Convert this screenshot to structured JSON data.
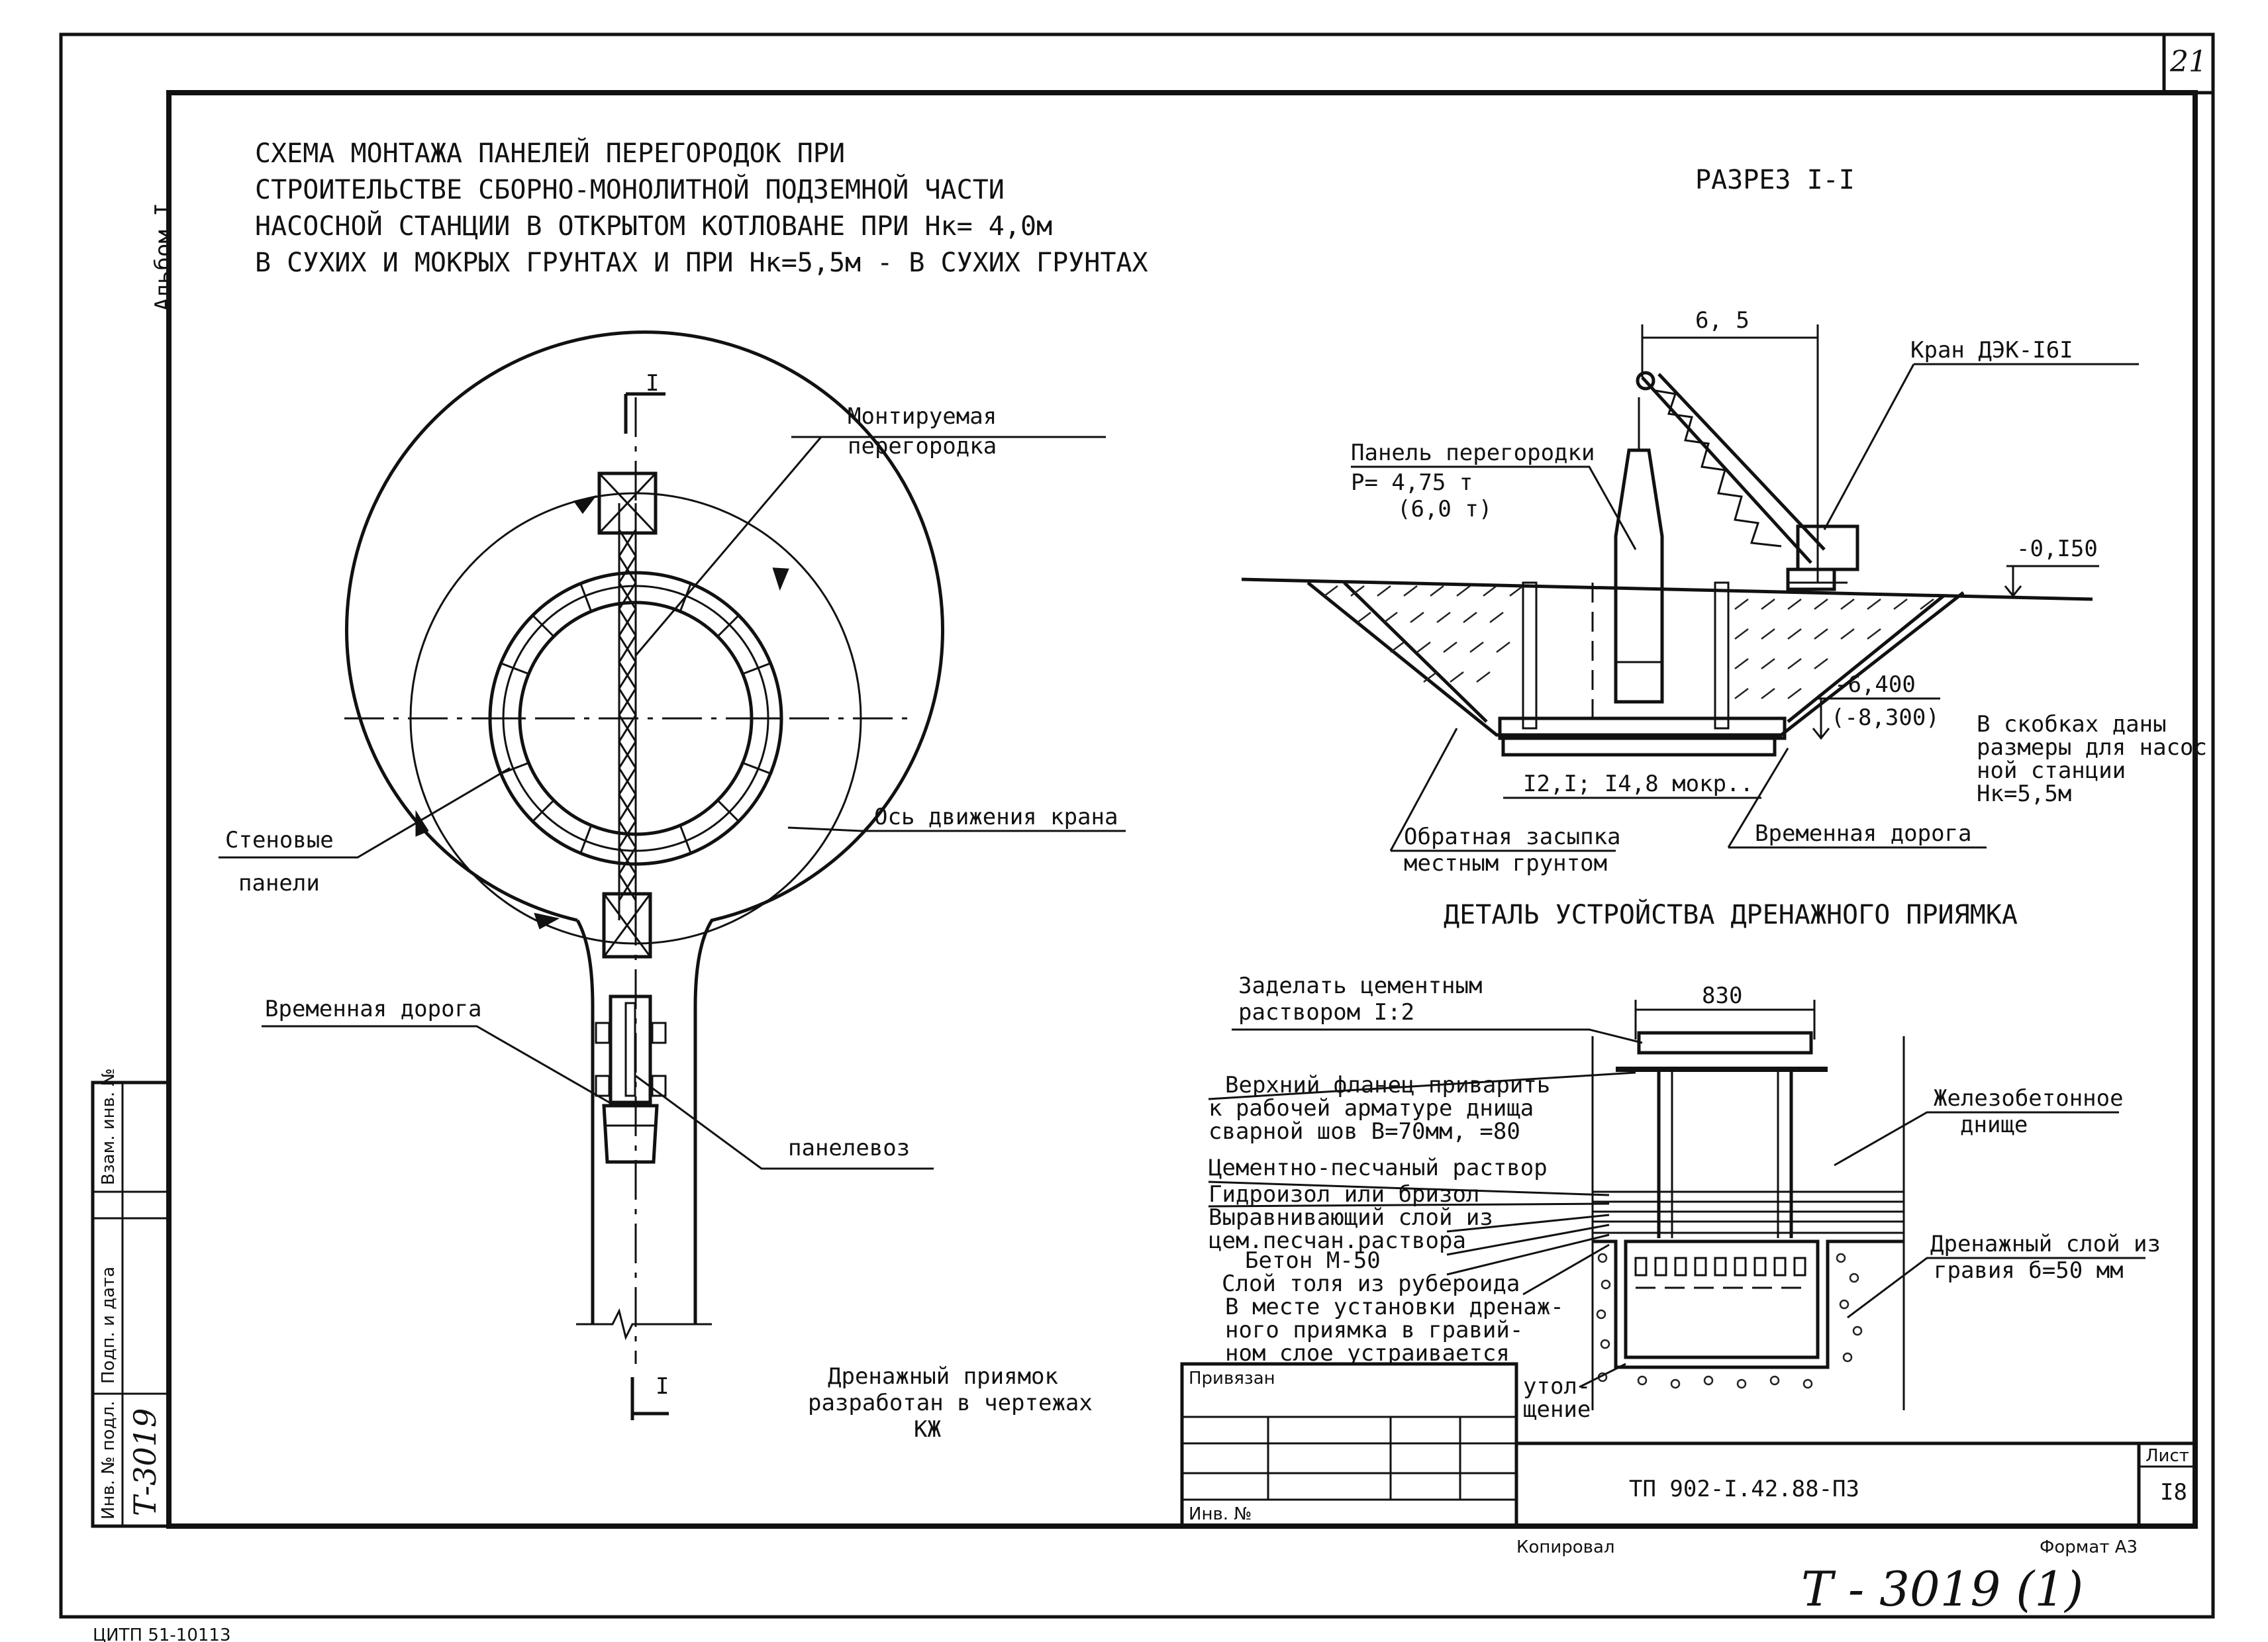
{
  "sheet_number_corner": "21",
  "album": "Альбом I",
  "title_lines": [
    "СХЕМА МОНТАЖА ПАНЕЛЕЙ ПЕРЕГОРОДОК ПРИ",
    "СТРОИТЕЛЬСТВЕ СБОРНО-МОНОЛИТНОЙ ПОДЗЕМНОЙ ЧАСТИ",
    "НАСОСНОЙ СТАНЦИИ В ОТКРЫТОМ КОТЛОВАНЕ ПРИ Нк= 4,0м",
    "В СУХИХ И МОКРЫХ ГРУНТАХ И ПРИ Нк=5,5м - В СУХИХ ГРУНТАХ"
  ],
  "plan": {
    "section_mark": "I",
    "partition_label": [
      "Монтируемая",
      "перегородка"
    ],
    "wall_panels_label": [
      "Стеновые",
      "панели"
    ],
    "crane_axis_label": "Ось движения крана",
    "temp_road_label": "Временная дорога",
    "panel_truck_label": "панелевоз",
    "pit_note": [
      "Дренажный приямок",
      "разработан в чертежах",
      "КЖ"
    ]
  },
  "section": {
    "title": "РАЗРЕЗ I-I",
    "dim_top": "6, 5",
    "crane_label": "Кран ДЭК-I6I",
    "panel_label": [
      "Панель перегородки",
      "Р= 4,75 т",
      "(6,0 т)"
    ],
    "level_top": "-0,I50",
    "level_bottom": "-6,400",
    "level_bottom_alt": "(-8,300)",
    "bottom_dims": "I2,I; I4,8 мокр..",
    "note": [
      "В скобках даны",
      "размеры для насос",
      "ной станции",
      "Нк=5,5м"
    ],
    "backfill_label": [
      "Обратная засыпка",
      "местным грунтом"
    ],
    "temp_road_label": "Временная дорога"
  },
  "detail": {
    "title": "ДЕТАЛЬ УСТРОЙСТВА ДРЕНАЖНОГО ПРИЯМКА",
    "dim": "830",
    "cement_label": [
      "Заделать цементным",
      "раствором I:2"
    ],
    "flange_label": [
      "Верхний фланец приварить",
      "к рабочей арматуре днища",
      "сварной шов В=70мм,   =80"
    ],
    "layers": [
      "Цементно-песчаный раствор",
      "Гидроизол или бризол",
      "Выравнивающий слой из",
      "цем.песчан.раствора",
      "Бетон М-50",
      "Слой толя из рубероида"
    ],
    "thickening_note": [
      "В месте установки дренаж-",
      "ного приямка в гравий-",
      "ном слое устраивается"
    ],
    "thickening_word": [
      "утол-",
      "щение"
    ],
    "rc_bottom_label": [
      "Железобетонное",
      "днище"
    ],
    "drain_layer_label": [
      "Дренажный слой из",
      "гравия б=50 мм"
    ]
  },
  "title_block": {
    "bound_label": "Привязан",
    "inv_label": "Инв. №",
    "doc_code": "ТП 902-I.42.88-ПЗ",
    "sheet_label": "Лист",
    "sheet_no": "I8",
    "copied_label": "Копировал",
    "format_label": "Формат А3"
  },
  "side_stamp": {
    "inv_orig": "Инв. № подл.",
    "sign_date": "Подп. и дата",
    "replace_inv": "Взам. инв. №",
    "handwritten": "Т-3019"
  },
  "bottom_handwritten": "Т - 3019 (1)",
  "bottom_left_print": "ЦИТП  51-10113"
}
